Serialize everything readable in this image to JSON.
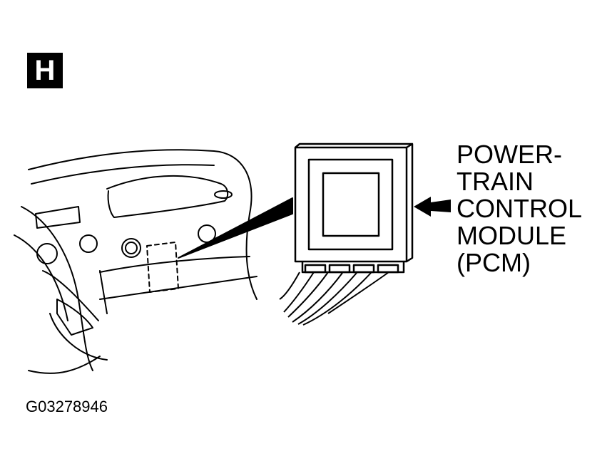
{
  "section_badge": "H",
  "callout": {
    "lines": [
      "POWER-",
      "TRAIN",
      "CONTROL",
      "MODULE",
      "(PCM)"
    ]
  },
  "figure_id": "G03278946",
  "icons": {
    "dashboard": "dashboard-illustration",
    "module": "pcm-module-illustration",
    "arrow": "left-arrow-icon"
  }
}
